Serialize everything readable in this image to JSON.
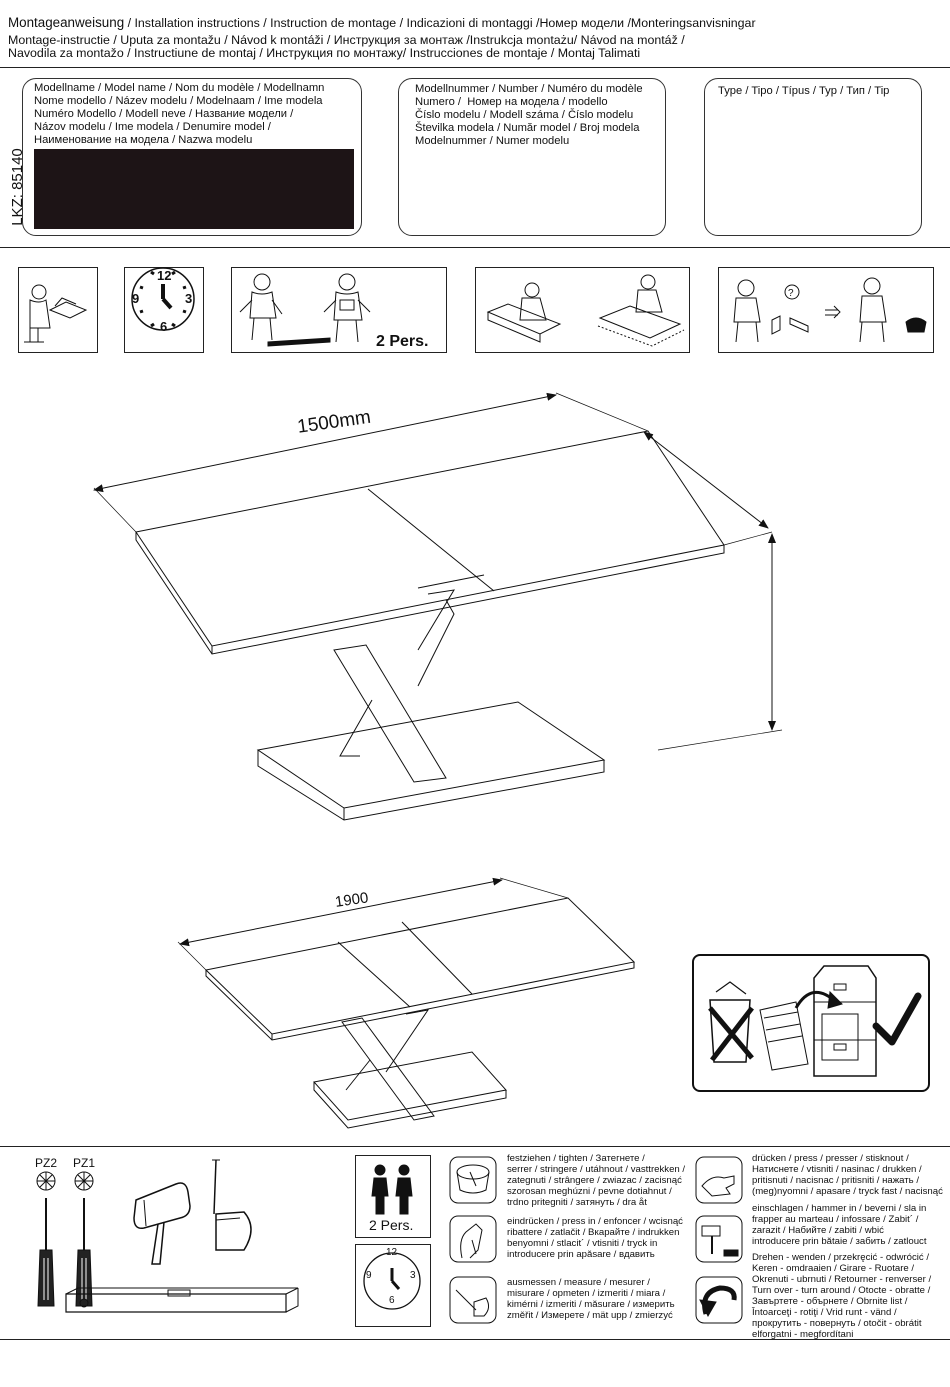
{
  "header": {
    "line1_main": "Montageanweisung",
    "line1_rest": "  / Installation instructions / Instruction de montage / Indicazioni di montaggi /Номер модели /Monteringsanvisningar",
    "line2": "Montage-instructie / Uputa za montažu / Návod k montáži / Инструкция за монтаж /Instrukcja montażu/ Návod na montáž /",
    "line3": "Navodila za montažo / Instructiune de montaj / Инструкция по монтажу/ Instrucciones de montaje / Montaj Talimati"
  },
  "info_boxes": {
    "model_name": "Modellname / Model name / Nom du modèle / Modellnamn\nNome modello / Název modelu / Modelnaam / Ime modela\nNuméro Modello / Modell neve / Название модели /\nNázov modelu / Ime modela / Denumire model /\nНаименование на модела / Nazwa modelu",
    "model_number": "Modellnummer / Number / Numéro du modèle\nNumero /  Номер на модела / modello\nČíslo modelu / Modell száma / Číslo modelu\nŠtevilka modela / Număr model / Broj modela\nModelnummer / Numer modelu",
    "type": "Type / Tipo / Típus / Typ / Тип / Tip",
    "lkz": "LKZ: 85140"
  },
  "icons_row": {
    "persons_label": "2 Pers."
  },
  "drawings": {
    "top_dimension": "1500mm",
    "bottom_dimension": "1900"
  },
  "tools": {
    "pz2": "PZ2",
    "pz1": "PZ1",
    "persons_label": "2 Pers."
  },
  "clock_numbers": [
    "12",
    "3",
    "6",
    "9"
  ],
  "legend": {
    "tighten": "festziehen / tighten / Затегнете /\nserrer / stringere / utáhnout / vasttrekken /\nzategnuti / strângere / zwiazac / zacisnąć\nszorosan meghúzni / pevne dotiahnut /\ntrdno pritegniti / затянуть / dra åt",
    "press_in": "eindrücken / press in / enfoncer / wcisnąć\nribattere / zatlačit / Вкарайте / indrukken\nbenyomni / stlacit´ / vtisniti / tryck in\nintroducere prin apăsare / вдавить",
    "measure": "ausmessen / measure / mesurer /\nmisurare / opmeten / izmeriti / miara /\nkimérni / izmeriti / măsurare / измерить\nzměřit / Измерете / mät upp / zmierzyć",
    "press": "drücken / press / presser / stisknout /\nНатиснете / vtisniti / nasinac / drukken /\npritisnuti / nacisnac / pritisniti / нажать /\n(meg)nyomni / apasare / tryck fast / nacisnąć",
    "hammer": "einschlagen / hammer in / beverni / sla in\nfrapper au marteau / infossare / Zabit´ /\nzarazit / Набийте / zabiti / wbić\nintroducere prin bătaie / забить / zatlouct",
    "turn_over": "Drehen - wenden / przekręcić - odwrócić /\nKeren - omdraaien / Girare - Ruotare /\nOkrenuti - ubrnuti / Retourner - renverser /\nTurn over - turn around / Otocte - obratte /\nЗавъртете - обърнете / Obrnite list /\nÎntoarceţi - rotiţi / Vrid runt - vänd /\nпрокрутить - повернуть / otočit - obrátit\nelforgatni - megfordítani"
  }
}
